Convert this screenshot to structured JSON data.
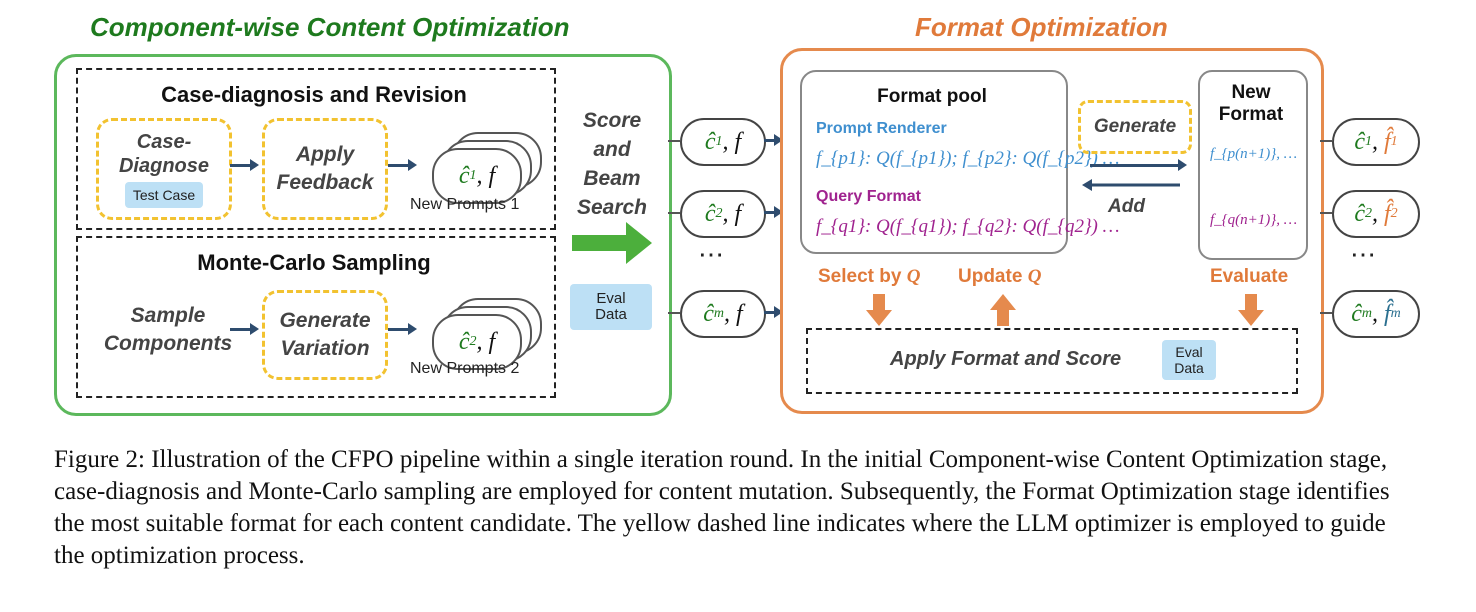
{
  "titles": {
    "left": "Component-wise Content Optimization",
    "right": "Format Optimization"
  },
  "case_diag": {
    "title": "Case-diagnosis and Revision",
    "diagnose": "Case-\nDiagnose",
    "test_case": "Test Case",
    "apply": "Apply\nFeedback",
    "prompt_var": "ĉ",
    "prompt_sub": "1",
    "prompt_f": ", f",
    "new_prompts": "New Prompts 1"
  },
  "monte_carlo": {
    "title": "Monte-Carlo Sampling",
    "sample": "Sample\nComponents",
    "generate": "Generate\nVariation",
    "prompt_var": "ĉ",
    "prompt_sub": "2",
    "prompt_f": ", f",
    "new_prompts": "New Prompts 2"
  },
  "score_beam": "Score\nand\nBeam\nSearch",
  "eval_data": "Eval\nData",
  "candidates": [
    {
      "c": "ĉ",
      "sub": "1",
      "rest": ", f"
    },
    {
      "c": "ĉ",
      "sub": "2",
      "rest": ", f"
    },
    {
      "c": "ĉ",
      "sub": "m",
      "rest": ", f"
    }
  ],
  "ellipsis": "⋯",
  "format_pool": {
    "title": "Format pool",
    "renderer_label": "Prompt Renderer",
    "renderer_line": "f_{p1}: Q(f_{p1});   f_{p2}: Q(f_{p2}) …",
    "query_label": "Query Format",
    "query_line": "f_{q1}: Q(f_{q1});   f_{q2}: Q(f_{q2}) …"
  },
  "generate": "Generate",
  "add": "Add",
  "new_format": {
    "title": "New\nFormat",
    "line1": "f_{p(n+1)}, …",
    "line2": "f_{q(n+1)}, …"
  },
  "select_by": "Select by",
  "update": "Update",
  "q_symbol": "Q",
  "evaluate": "Evaluate",
  "apply_format": "Apply Format and Score",
  "outputs": [
    {
      "c": "ĉ",
      "sub": "1",
      "f": "f̂",
      "fsub": "1"
    },
    {
      "c": "ĉ",
      "sub": "2",
      "f": "f̂",
      "fsub": "2"
    },
    {
      "c": "ĉ",
      "sub": "m",
      "f": "f̂",
      "fsub": "m"
    }
  ],
  "caption": "Figure 2: Illustration of the CFPO pipeline within a single iteration round. In the initial Component-wise Content Optimization stage, case-diagnosis and Monte-Carlo sampling are employed for content mutation. Subsequently, the Format Optimization stage identifies the most suitable format for each content candidate. The yellow dashed line indicates where the LLM optimizer is employed to guide the optimization process.",
  "colors": {
    "green_border": "#5cb85c",
    "green_text": "#1e7a1e",
    "orange_border": "#e58a4d",
    "orange_text": "#e07a3a",
    "yellow_dash": "#f2c230",
    "eval_blue": "#bde0f5",
    "arrow_navy": "#2e4c6e",
    "renderer_blue": "#3f8fcf",
    "query_purple": "#a0238f",
    "big_arrow_green": "#4caf3c"
  }
}
